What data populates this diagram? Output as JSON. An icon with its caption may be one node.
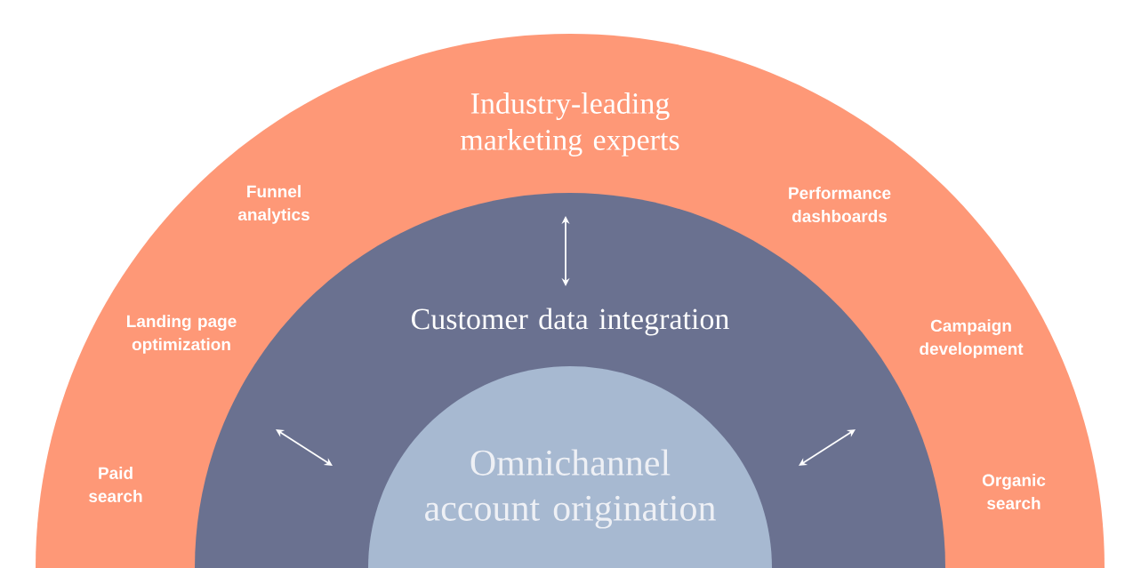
{
  "diagram": {
    "nodes": [
      {
        "text": [
          "Industry-leading marketing experts",
          "Funnel analytics",
          "Performance dashboards",
          "Landing page optimization",
          "Campaign development",
          "Paid search",
          "Organic search"
        ]
      },
      {
        "text": [
          "Customer data integration"
        ],
        "in": 0
      },
      {
        "text": [
          "Omnichannel account origination"
        ],
        "in": 1
      }
    ]
  }
}
